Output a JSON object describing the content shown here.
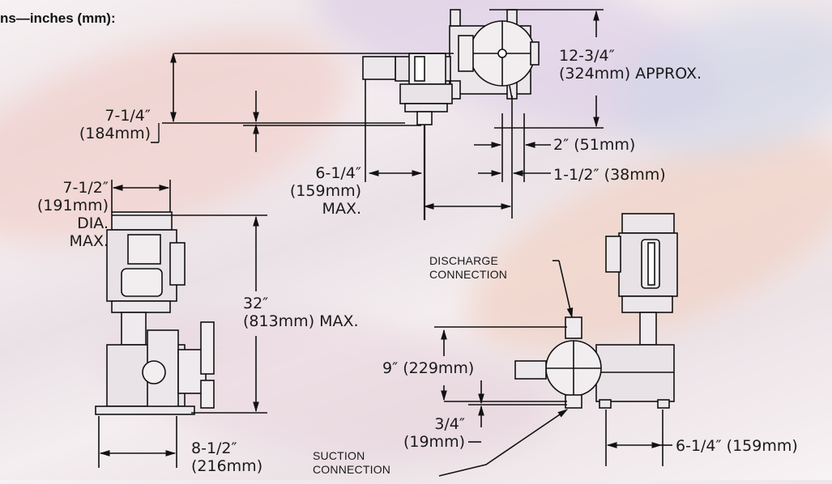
{
  "heading": "ns—inches (mm):",
  "dimensions": {
    "height_top": [
      "12-3/4″",
      "(324mm) APPROX."
    ],
    "offset_left": [
      "7-1/4″",
      "(184mm)"
    ],
    "port_2in": "2″ (51mm)",
    "port_1_5in": "1-1/2″ (38mm)",
    "reach_top": [
      "6-1/4″",
      "(159mm)",
      "MAX."
    ],
    "dia": [
      "7-1/2″",
      "(191mm)",
      "DIA.",
      "MAX."
    ],
    "height_total": [
      "32″",
      "(813mm) MAX."
    ],
    "base_width": [
      "8-1/2″",
      "(216mm)"
    ],
    "discharge_label": [
      "DISCHARGE",
      "CONNECTION"
    ],
    "port_spacing": "9″ (229mm)",
    "suction_offset": [
      "3/4″",
      "(19mm)"
    ],
    "suction_label": [
      "SUCTION",
      "CONNECTION"
    ],
    "reach_right": "6-1/4″ (159mm)"
  }
}
